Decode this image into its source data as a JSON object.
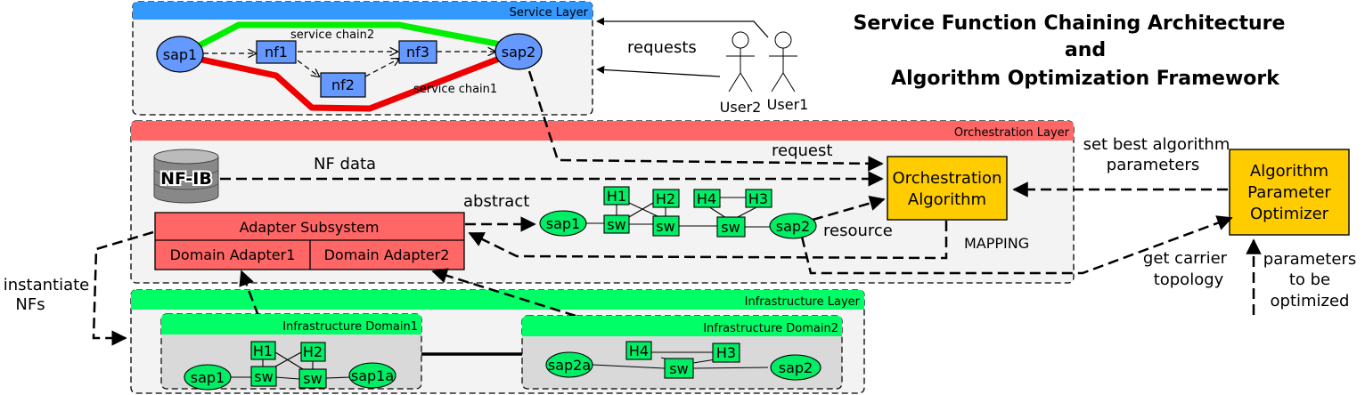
{
  "title": {
    "line1": "Service Function Chaining Architecture",
    "line2": "and",
    "line3": "Algorithm Optimization Framework"
  },
  "colors": {
    "service_layer": "#3399ff",
    "orchestration_layer": "#ff6666",
    "infrastructure_layer": "#00ff66",
    "node_blue": "#6699ff",
    "node_green": "#00ee66",
    "box_yellow": "#ffcc00",
    "adapter_red": "#ff6666",
    "chain_green": "#00ee00",
    "chain_red": "#ee0000"
  },
  "layers": {
    "service": "Service Layer",
    "orchestration": "Orchestration Layer",
    "infrastructure": "Infrastructure Layer"
  },
  "service": {
    "sap1": "sap1",
    "sap2": "sap2",
    "nf1": "nf1",
    "nf2": "nf2",
    "nf3": "nf3",
    "chain2": "service chain2",
    "chain1": "service chain1"
  },
  "users": {
    "user1": "User1",
    "user2": "User2",
    "requests": "requests"
  },
  "orchestration": {
    "nfib": "NF-IB",
    "nf_data": "NF data",
    "request": "request",
    "algo_line1": "Orchestration",
    "algo_line2": "Algorithm",
    "abstract": "abstract",
    "resource": "resource",
    "mapping": "MAPPING",
    "adapter_subsystem": "Adapter Subsystem",
    "domain_adapter1": "Domain Adapter1",
    "domain_adapter2": "Domain Adapter2",
    "abstract_graph": {
      "sap1": "sap1",
      "sap2": "sap2",
      "h1": "H1",
      "h2": "H2",
      "h3": "H3",
      "h4": "H4",
      "sw": "sw"
    }
  },
  "optimizer": {
    "line1": "Algorithm",
    "line2": "Parameter",
    "line3": "Optimizer",
    "set_best_1": "set best algorithm",
    "set_best_2": "parameters",
    "get_carrier_1": "get carrier",
    "get_carrier_2": "topology",
    "params_1": "parameters",
    "params_2": "to be",
    "params_3": "optimized"
  },
  "instantiate": {
    "line1": "instantiate",
    "line2": "NFs"
  },
  "infrastructure": {
    "domain1": "Infrastructure Domain1",
    "domain2": "Infrastructure Domain2",
    "d1": {
      "sap1": "sap1",
      "sap1a": "sap1a",
      "h1": "H1",
      "h2": "H2",
      "sw": "sw"
    },
    "d2": {
      "sap2a": "sap2a",
      "sap2": "sap2",
      "h3": "H3",
      "h4": "H4",
      "sw": "sw"
    }
  }
}
